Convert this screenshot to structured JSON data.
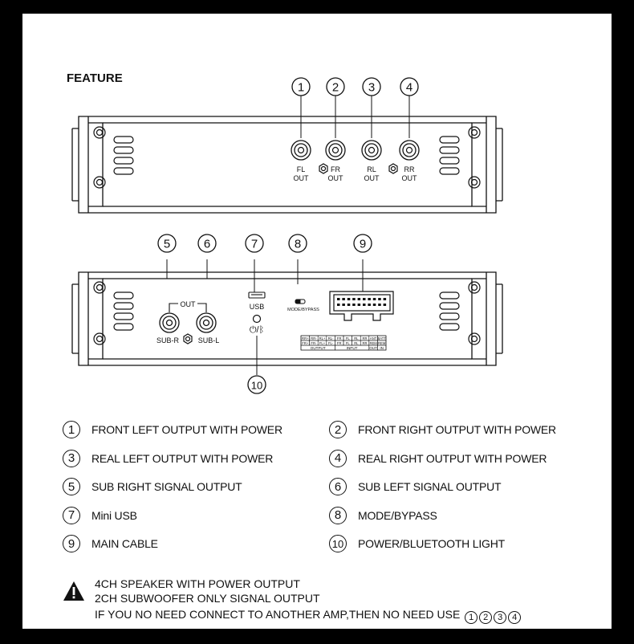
{
  "title": "FEATURE",
  "top_panel": {
    "markers": [
      "1",
      "2",
      "3",
      "4"
    ],
    "jacks": [
      {
        "top": "FL",
        "bottom": "OUT"
      },
      {
        "top": "FR",
        "bottom": "OUT"
      },
      {
        "top": "RL",
        "bottom": "OUT"
      },
      {
        "top": "RR",
        "bottom": "OUT"
      }
    ]
  },
  "bottom_panel": {
    "markers": [
      "5",
      "6",
      "7",
      "8",
      "9",
      "10"
    ],
    "out_label": "OUT",
    "sub_r": "SUB-R",
    "sub_l": "SUB-L",
    "usb_label": "USB",
    "mode_label": "MODE/BYPASS",
    "power_bt": "⏻/ᛒ",
    "pin_rows": [
      [
        "RR+",
        "RR-",
        "RL+",
        "RL-",
        "FR",
        "FL",
        "RL",
        "RR",
        "ANT",
        "BATT"
      ],
      [
        "FR+",
        "FR-",
        "FL+",
        "FL-",
        "FR",
        "FL",
        "RL",
        "RR",
        "REM",
        "REM"
      ]
    ],
    "pin_groups": [
      "OUTPUT",
      "INPUT",
      "OUT",
      "IN"
    ]
  },
  "legend": [
    {
      "num": "1",
      "label": "FRONT LEFT OUTPUT WITH POWER"
    },
    {
      "num": "2",
      "label": "FRONT RIGHT OUTPUT WITH POWER"
    },
    {
      "num": "3",
      "label": "REAL LEFT OUTPUT WITH POWER"
    },
    {
      "num": "4",
      "label": "REAL RIGHT OUTPUT WITH POWER"
    },
    {
      "num": "5",
      "label": "SUB RIGHT SIGNAL OUTPUT"
    },
    {
      "num": "6",
      "label": "SUB LEFT SIGNAL OUTPUT"
    },
    {
      "num": "7",
      "label": "Mini USB"
    },
    {
      "num": "8",
      "label": "MODE/BYPASS"
    },
    {
      "num": "9",
      "label": "MAIN CABLE"
    },
    {
      "num": "10",
      "label": "POWER/BLUETOOTH LIGHT"
    }
  ],
  "warning": {
    "line1": "4CH SPEAKER WITH POWER OUTPUT",
    "line2": "2CH SUBWOOFER ONLY SIGNAL OUTPUT",
    "line3": "IF YOU NO NEED CONNECT TO ANOTHER AMP,THEN NO NEED USE",
    "line3_nums": [
      "1",
      "2",
      "3",
      "4"
    ]
  }
}
